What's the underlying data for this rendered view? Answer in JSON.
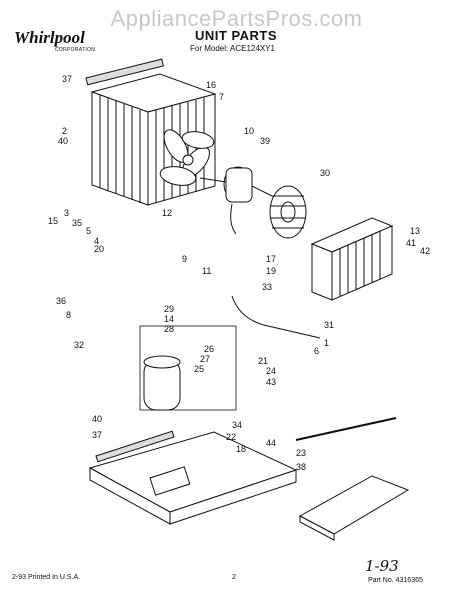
{
  "watermark": "AppliancePartsPros.com",
  "brand": {
    "name": "Whirlpool",
    "sub": "CORPORATION"
  },
  "header": {
    "title": "UNIT PARTS",
    "model": "For Model: ACE124XY1"
  },
  "footer": {
    "printed": "2-93 Printed In U.S.A.",
    "page": "2",
    "date": "1-93",
    "part_no": "Part No. 4316365"
  },
  "callouts": [
    {
      "id": "c37a",
      "label": "37"
    },
    {
      "id": "c16",
      "label": "16"
    },
    {
      "id": "c7",
      "label": "7"
    },
    {
      "id": "c2",
      "label": "2"
    },
    {
      "id": "c40a",
      "label": "40"
    },
    {
      "id": "c10",
      "label": "10"
    },
    {
      "id": "c39",
      "label": "39"
    },
    {
      "id": "c30",
      "label": "30"
    },
    {
      "id": "c15",
      "label": "15"
    },
    {
      "id": "c3",
      "label": "3"
    },
    {
      "id": "c35",
      "label": "35"
    },
    {
      "id": "c5",
      "label": "5"
    },
    {
      "id": "c4",
      "label": "4"
    },
    {
      "id": "c12",
      "label": "12"
    },
    {
      "id": "c13",
      "label": "13"
    },
    {
      "id": "c41",
      "label": "41"
    },
    {
      "id": "c42",
      "label": "42"
    },
    {
      "id": "c20",
      "label": "20"
    },
    {
      "id": "c9",
      "label": "9"
    },
    {
      "id": "c11",
      "label": "11"
    },
    {
      "id": "c17",
      "label": "17"
    },
    {
      "id": "c19",
      "label": "19"
    },
    {
      "id": "c33",
      "label": "33"
    },
    {
      "id": "c36",
      "label": "36"
    },
    {
      "id": "c8",
      "label": "8"
    },
    {
      "id": "c29",
      "label": "29"
    },
    {
      "id": "c14",
      "label": "14"
    },
    {
      "id": "c28",
      "label": "28"
    },
    {
      "id": "c31",
      "label": "31"
    },
    {
      "id": "c26",
      "label": "26"
    },
    {
      "id": "c27",
      "label": "27"
    },
    {
      "id": "c25",
      "label": "25"
    },
    {
      "id": "c32",
      "label": "32"
    },
    {
      "id": "c6",
      "label": "6"
    },
    {
      "id": "c1",
      "label": "1"
    },
    {
      "id": "c21",
      "label": "21"
    },
    {
      "id": "c24",
      "label": "24"
    },
    {
      "id": "c43",
      "label": "43"
    },
    {
      "id": "c40b",
      "label": "40"
    },
    {
      "id": "c34",
      "label": "34"
    },
    {
      "id": "c37b",
      "label": "37"
    },
    {
      "id": "c22",
      "label": "22"
    },
    {
      "id": "c18",
      "label": "18"
    },
    {
      "id": "c44",
      "label": "44"
    },
    {
      "id": "c23",
      "label": "23"
    },
    {
      "id": "c38",
      "label": "38"
    }
  ]
}
